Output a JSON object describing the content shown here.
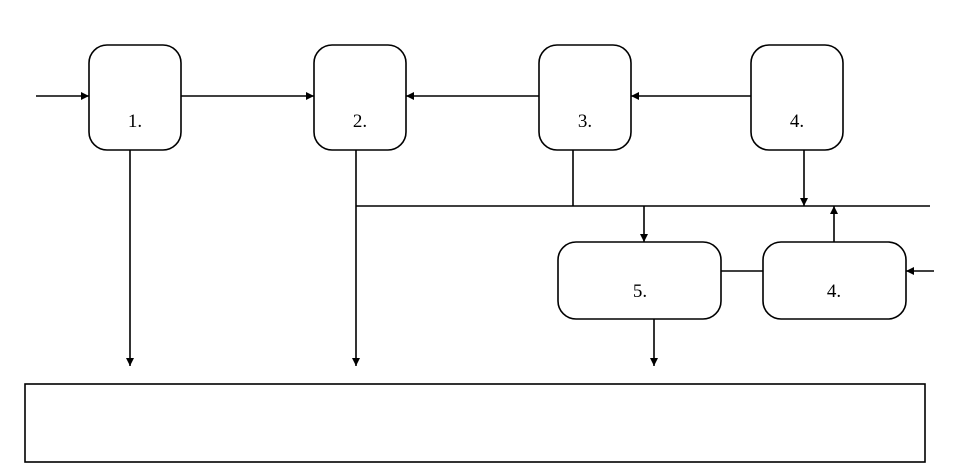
{
  "diagram": {
    "boxes": {
      "box_1": "1.",
      "box_2": "2.",
      "box_3": "3.",
      "box_4_top": "4.",
      "box_5": "5.",
      "box_4_bottom": "4.",
      "bottom_bar": ""
    }
  }
}
